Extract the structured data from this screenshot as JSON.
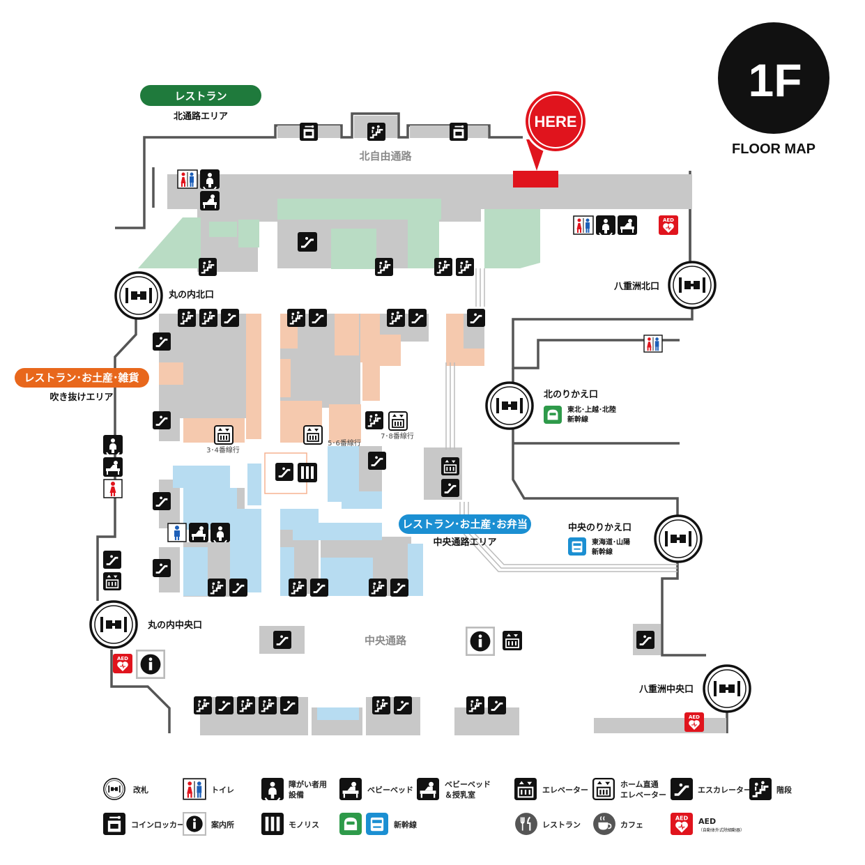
{
  "badge": {
    "floor": "1F",
    "caption": "FLOOR MAP"
  },
  "here": "HERE",
  "areas": {
    "north_restaurant": {
      "title": "レストラン",
      "sub": "北通路エリア",
      "color": "#1f7a3c"
    },
    "atrium": {
      "title": "レストラン･お土産･雑貨",
      "sub": "吹き抜けエリア",
      "color": "#e8671c"
    },
    "central": {
      "title": "レストラン･お土産･お弁当",
      "sub": "中央通路エリア",
      "color": "#1b8fd2"
    }
  },
  "corridors": {
    "north_free": "北自由通路",
    "central": "中央通路"
  },
  "gates": {
    "marunouchi_north": "丸の内北口",
    "marunouchi_central": "丸の内中央口",
    "yaesu_north": "八重洲北口",
    "yaesu_central": "八重洲中央口",
    "north_transfer": "北のりかえ口",
    "central_transfer": "中央のりかえ口"
  },
  "shinkansen": {
    "north": "東北･上越･北陸\n新幹線",
    "central": "東海道･山陽\n新幹線"
  },
  "track_labels": {
    "t34": "3･4番線行",
    "t56": "5･6番線行",
    "t78": "7･8番線行"
  },
  "legend": [
    {
      "icon": "gate-icon",
      "label": "改札"
    },
    {
      "icon": "toilet-icon",
      "label": "トイレ"
    },
    {
      "icon": "accessible-toilet-icon",
      "label": "障がい者用\n設備"
    },
    {
      "icon": "baby-bed-icon",
      "label": "ベビーベッド"
    },
    {
      "icon": "nursing-room-icon",
      "label": "ベビーベッド\n＆授乳室"
    },
    {
      "icon": "elevator-icon",
      "label": "エレベーター"
    },
    {
      "icon": "platform-elevator-icon",
      "label": "ホーム直通\nエレベーター"
    },
    {
      "icon": "escalator-icon",
      "label": "エスカレーター"
    },
    {
      "icon": "stairs-icon",
      "label": "階段"
    },
    {
      "icon": "coin-locker-icon",
      "label": "コインロッカー"
    },
    {
      "icon": "information-icon",
      "label": "案内所"
    },
    {
      "icon": "monolith-icon",
      "label": "モノリス"
    },
    {
      "icon": "shinkansen-icon",
      "label": "新幹線"
    },
    {
      "icon": "restaurant-icon",
      "label": "レストラン"
    },
    {
      "icon": "cafe-icon",
      "label": "カフェ"
    },
    {
      "icon": "aed-icon",
      "label": "AED",
      "sub": "（自動体外式除細動器）"
    }
  ],
  "colors": {
    "grey": "#c8c8c8",
    "green": "#b9dcc4",
    "peach": "#f5c9ae",
    "blue": "#b7dcf1",
    "red": "#e0141d",
    "line": "#555555"
  }
}
